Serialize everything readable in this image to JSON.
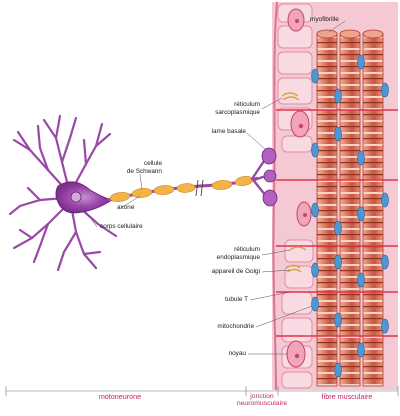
{
  "labels": {
    "schwann": [
      "cellule",
      "de Schwann"
    ],
    "axon": "axone",
    "cell_body": "corps cellulaire",
    "sarcoplasmic_reticulum": [
      "réticulum",
      "sarcoplasmique"
    ],
    "basal_lamina": "lame basale",
    "endoplasmic_reticulum": [
      "réticulum",
      "endoplasmique"
    ],
    "golgi": "appareil de Golgi",
    "t_tubule": "tubule T",
    "mitochondria": "mitochondrie",
    "nucleus": "noyau",
    "myofibril": "myofibrille"
  },
  "captions": {
    "motoneuron": "motoneurone",
    "junction": [
      "jonction",
      "neuromusculaire"
    ],
    "muscle_fiber": "fibre musculaire"
  },
  "colors": {
    "neuron": "#8a3c98",
    "neuron_light": "#b779c4",
    "myelin": "#f2b347",
    "muscle_bg": "#f4c9d3",
    "cell_fill": "#f7d9e0",
    "cell_border": "#e48aa4",
    "myofibril": "#e27c6b",
    "mitochondria": "#4f97d4",
    "caption": "#c0266b"
  }
}
